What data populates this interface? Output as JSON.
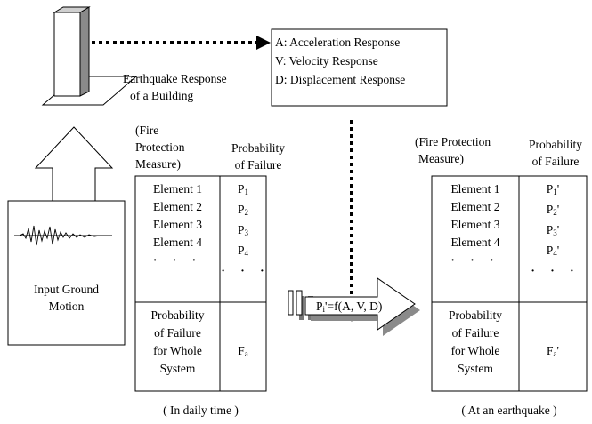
{
  "building": {
    "caption_line1": "Earthquake Response",
    "caption_line2": "of a Building"
  },
  "responses": [
    "A: Acceleration Response",
    "V: Velocity Response",
    "D: Displacement Response"
  ],
  "ground": {
    "line1": "Input Ground",
    "line2": "Motion"
  },
  "left": {
    "heading_measure": [
      "(Fire",
      "Protection",
      "Measure)"
    ],
    "heading_prob": [
      "Probability",
      "of Failure"
    ],
    "elements": [
      "Element 1",
      "Element 2",
      "Element 3",
      "Element 4"
    ],
    "probs": [
      {
        "base": "P",
        "sub": "1"
      },
      {
        "base": "P",
        "sub": "2"
      },
      {
        "base": "P",
        "sub": "3"
      },
      {
        "base": "P",
        "sub": "4"
      }
    ],
    "ellipsis": "· · ·",
    "system_label": [
      "Probability",
      "of Failure",
      "for Whole",
      "System"
    ],
    "system_value": {
      "base": "F",
      "sub": "a"
    },
    "caption": "( In daily time )"
  },
  "arrow": {
    "formula_base": "P",
    "formula_sub": "i",
    "formula_rest": "'=f(A, V, D)"
  },
  "right": {
    "heading_measure": [
      "(Fire Protection",
      "Measure)"
    ],
    "heading_prob": [
      "Probability",
      "of Failure"
    ],
    "elements": [
      "Element 1",
      "Element 2",
      "Element 3",
      "Element 4"
    ],
    "probs": [
      {
        "base": "P",
        "sub": "1",
        "prime": "'"
      },
      {
        "base": "P",
        "sub": "2",
        "prime": "'"
      },
      {
        "base": "P",
        "sub": "3",
        "prime": "'"
      },
      {
        "base": "P",
        "sub": "4",
        "prime": "'"
      }
    ],
    "ellipsis": "· · ·",
    "system_label": [
      "Probability",
      "of Failure",
      "for Whole",
      "System"
    ],
    "system_value": {
      "base": "F",
      "sub": "a",
      "prime": "'"
    },
    "caption": "( At an earthquake )"
  }
}
